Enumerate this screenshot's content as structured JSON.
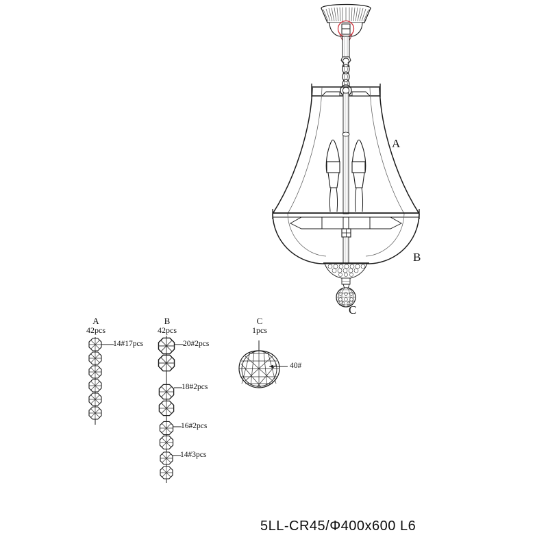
{
  "drawing": {
    "title": "5LL-CR45/Φ400x600  L6",
    "callouts": [
      {
        "id": "A",
        "label": "A"
      },
      {
        "id": "B",
        "label": "B"
      },
      {
        "id": "C",
        "label": "C"
      }
    ]
  },
  "legend": {
    "components": [
      {
        "letter": "A",
        "pcs": "42pcs",
        "tags": [
          "14#17pcs"
        ],
        "bead_count": 6
      },
      {
        "letter": "B",
        "pcs": "42pcs",
        "tags": [
          "20#2pcs",
          "18#2pcs",
          "16#2pcs",
          "14#3pcs"
        ],
        "bead_count": 8
      },
      {
        "letter": "C",
        "pcs": "1pcs",
        "tags": [
          "40#"
        ],
        "bead_count": 1
      }
    ]
  },
  "colors": {
    "line": "#1a1a1a",
    "accent": "#d0303a",
    "fill": "#ffffff",
    "shade": "#8a8a8a"
  }
}
